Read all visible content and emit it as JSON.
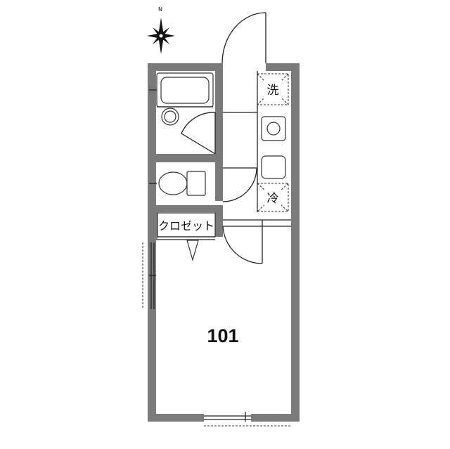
{
  "compass": {
    "north_label": "N"
  },
  "labels": {
    "washer": "洗",
    "fridge": "冷",
    "closet": "クロゼット",
    "room_number": "101"
  }
}
